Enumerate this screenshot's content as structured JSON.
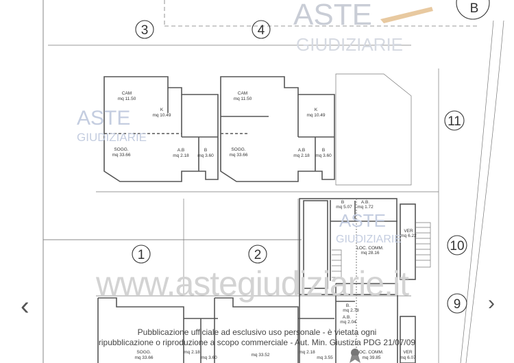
{
  "watermark": {
    "logo_top": "ASTE",
    "logo_bottom": "GIUDIZIARIE",
    "url": "www.astegiudiziarie.it",
    "disclaimer_line1": "Pubblicazione ufficiale ad esclusivo uso personale - è vietata ogni",
    "disclaimer_line2": "ripubblicazione o riproduzione a scopo commerciale - Aut. Min. Giustizia PDG 21/07/09"
  },
  "unit_numbers": [
    "3",
    "4",
    "11",
    "1",
    "2",
    "10",
    "9",
    "B"
  ],
  "rooms": {
    "a3_cam": "CAM",
    "a3_cam_area": "mq 11.50",
    "a3_k": "K",
    "a3_k_area": "mq 10.49",
    "a3_sogg": "SOGG.",
    "a3_sogg_area": "mq 33.66",
    "a3_ab": "A.B",
    "a3_ab_area": "mq 2.18",
    "a3_b": "B",
    "a3_b_area": "mq 3.60",
    "a4_cam": "CAM",
    "a4_cam_area": "mq 11.50",
    "a4_k": "K",
    "a4_k_area": "mq 10.49",
    "a4_sogg": "SOGG.",
    "a4_sogg_area": "mq 33.66",
    "a4_ab": "A.B",
    "a4_ab_area": "mq 2.18",
    "a4_b": "B",
    "a4_b_area": "mq 3.60",
    "c10_b": "B",
    "c10_b_area": "mq 5.07",
    "c10_ab": "A.B.",
    "c10_ab_area": "mq 1.72",
    "c10_loc": "LOC. COMM.",
    "c10_loc_area": "mq 28.16",
    "c10_ver": "VER",
    "c10_ver_area": "mq 6.22",
    "c9_b": "B.",
    "c9_b_area": "mq 2.78",
    "c9_ab": "A.B.",
    "c9_ab_area": "mq 2.04",
    "c9_ver": "VER",
    "c9_ver_area": "mq 6.07",
    "c9_loc": "LOC. COMM.",
    "c9_loc_area": "mq 39.85",
    "a1_sogg": "SOGG.",
    "a1_sogg_area": "mq 33.66",
    "a1_ab_area": "mq 2.18",
    "a1_b_area": "mq 3.60",
    "a2_sogg_area": "mq 33.52",
    "a2_ab_area": "mq 2.18",
    "a2_b_area": "mq 3.55"
  },
  "nav": {
    "prev": "‹",
    "next": "›"
  }
}
